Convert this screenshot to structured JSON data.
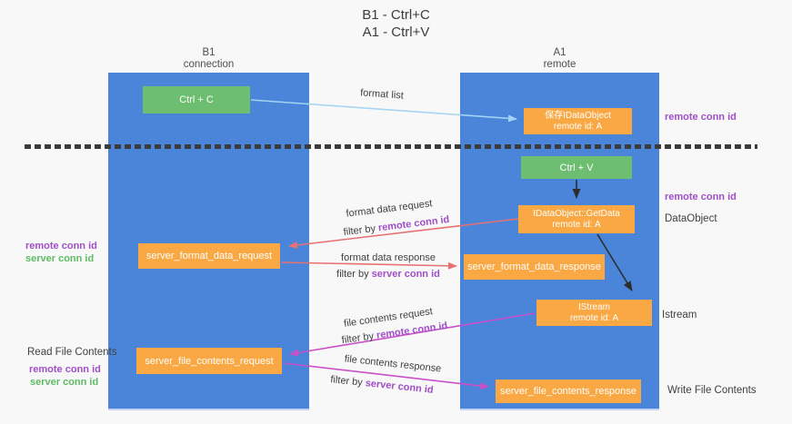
{
  "title": {
    "line1": "B1 - Ctrl+C",
    "line2": "A1 - Ctrl+V"
  },
  "columns": {
    "left": {
      "title": "B1",
      "subtitle": "connection"
    },
    "right": {
      "title": "A1",
      "subtitle": "remote"
    }
  },
  "boxes": {
    "ctrl_c": {
      "label": "Ctrl + C"
    },
    "ctrl_v": {
      "label": "Ctrl + V"
    },
    "save_idataobject": {
      "line1": "保存IDataObject",
      "line2": "remote id: A"
    },
    "idataobject_getdata": {
      "line1": "IDataObject::GetData",
      "line2": "remote id: A"
    },
    "istream": {
      "line1": "IStream",
      "line2": "remote id: A"
    },
    "server_format_data_request": {
      "label": "server_format_data_request"
    },
    "server_format_data_response": {
      "label": "server_format_data_response"
    },
    "server_file_contents_request": {
      "label": "server_file_contents_request"
    },
    "server_file_contents_response": {
      "label": "server_file_contents_response"
    }
  },
  "arrow_labels": {
    "format_list": "format list",
    "format_data_request": "format data request",
    "format_data_response": "format data response",
    "file_contents_request": "file contents request",
    "file_contents_response": "file contents response",
    "filter_by": "filter by ",
    "remote_conn_id": "remote conn id",
    "server_conn_id": "server conn id"
  },
  "side_labels": {
    "remote_conn_id": "remote conn id",
    "server_conn_id": "server conn id",
    "read_file_contents": "Read File Contents",
    "write_file_contents": "Write File Contents",
    "dataobject": "DataObject",
    "istream": "Istream"
  },
  "colors": {
    "column_blue": "#4a85da",
    "box_green": "#6dbe71",
    "box_orange": "#f9a843",
    "arrow_light_blue": "#a5d3f3",
    "arrow_red": "#e87070",
    "arrow_magenta": "#c94fc9",
    "arrow_black": "#2d2d2d",
    "text_purple": "#a04ec8",
    "text_green": "#5fbb63"
  }
}
